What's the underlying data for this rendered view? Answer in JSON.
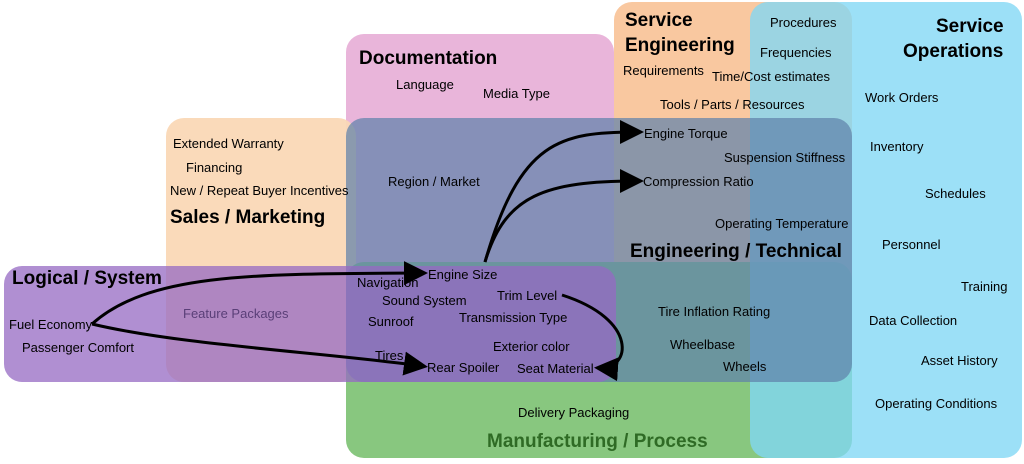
{
  "regions": {
    "documentation": {
      "title": "Documentation",
      "color": "#e8b4d8"
    },
    "service_engineering": {
      "title_line1": "Service",
      "title_line2": "Engineering",
      "color": "#f9c9a1"
    },
    "service_operations": {
      "title_line1": "Service",
      "title_line2": "Operations",
      "color": "#8fdcf4"
    },
    "sales_marketing": {
      "title": "Sales / Marketing",
      "color": "#fad9b8"
    },
    "engineering_technical": {
      "title": "Engineering / Technical",
      "color": "#7b95b4"
    },
    "logical_system": {
      "title": "Logical / System",
      "color": "#a77fc6"
    },
    "manufacturing_process": {
      "title": "Manufacturing / Process",
      "color": "#86c77e",
      "title_color": "#2f6b25"
    }
  },
  "labels": {
    "language": "Language",
    "media_type": "Media Type",
    "requirements": "Requirements",
    "procedures": "Procedures",
    "frequencies": "Frequencies",
    "time_cost_estimates": "Time/Cost estimates",
    "tools_parts_resources": "Tools / Parts / Resources",
    "work_orders": "Work Orders",
    "inventory": "Inventory",
    "schedules": "Schedules",
    "personnel": "Personnel",
    "training": "Training",
    "data_collection": "Data Collection",
    "asset_history": "Asset History",
    "operating_conditions": "Operating Conditions",
    "extended_warranty": "Extended Warranty",
    "financing": "Financing",
    "buyer_incentives": "New / Repeat Buyer Incentives",
    "region_market": "Region / Market",
    "engine_torque": "Engine Torque",
    "suspension_stiffness": "Suspension Stiffness",
    "compression_ratio": "Compression Ratio",
    "operating_temperature": "Operating Temperature",
    "engine_size": "Engine Size",
    "navigation": "Navigation",
    "sound_system": "Sound System",
    "trim_level": "Trim Level",
    "sunroof": "Sunroof",
    "transmission_type": "Transmission Type",
    "tire_inflation_rating": "Tire Inflation Rating",
    "feature_packages": "Feature Packages",
    "fuel_economy": "Fuel Economy",
    "passenger_comfort": "Passenger Comfort",
    "exterior_color": "Exterior color",
    "wheelbase": "Wheelbase",
    "tires": "Tires",
    "rear_spoiler": "Rear Spoiler",
    "seat_material": "Seat Material",
    "wheels": "Wheels",
    "delivery_packaging": "Delivery Packaging"
  },
  "connections": [
    {
      "from": "fuel_economy",
      "to": "engine_size"
    },
    {
      "from": "fuel_economy",
      "to": "rear_spoiler"
    },
    {
      "from": "engine_size",
      "to": "engine_torque"
    },
    {
      "from": "engine_size",
      "to": "compression_ratio"
    },
    {
      "from": "trim_level",
      "to": "seat_material"
    }
  ]
}
